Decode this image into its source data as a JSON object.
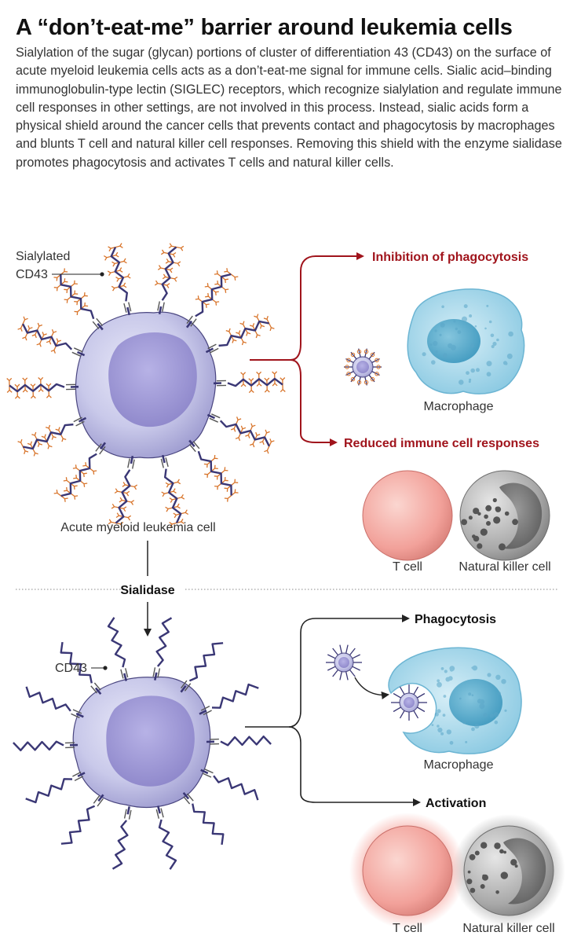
{
  "title": "A “don’t-eat-me” barrier around leukemia cells",
  "intro": "Sialylation of the sugar (glycan) portions of cluster of differentiation 43 (CD43) on the surface of acute myeloid leukemia cells acts as a don’t-eat-me signal for immune cells. Sialic acid–binding immunoglobulin-type lectin (SIGLEC) receptors, which recognize sialylation and regulate immune cell responses in other settings, are not involved in this process. Instead, sialic acids form a physical shield around the cancer cells that prevents contact and phagocytosis by macrophages and blunts T cell and natural killer cell responses. Removing this shield with the enzyme sialidase promotes phagocytosis and activates T cells and natural killer cells.",
  "top": {
    "sialylated_label_line1": "Sialylated",
    "sialylated_label_line2": "CD43",
    "cell_label": "Acute myeloid leukemia cell",
    "outcome1": "Inhibition of phagocytosis",
    "macrophage_label": "Macrophage",
    "outcome2": "Reduced immune cell responses",
    "tcell_label": "T cell",
    "nk_label": "Natural killer cell"
  },
  "enzyme_label": "Sialidase",
  "bottom": {
    "cd43_label": "CD43",
    "outcome1": "Phagocytosis",
    "macrophage_label": "Macrophage",
    "outcome2": "Activation",
    "tcell_label": "T cell",
    "nk_label": "Natural killer cell"
  },
  "colors": {
    "cell_fill": "#c9c9ea",
    "nucleus_fill": "#a19bd8",
    "strand": "#3a3775",
    "sialic_acid": "#d8742a",
    "macrophage_fill": "#a9d8ea",
    "macrophage_nucleus": "#5fb0d0",
    "tcell_fill": "#f2a19a",
    "nk_fill": "#a8a8a8",
    "inhibition_red": "#a0141c"
  }
}
